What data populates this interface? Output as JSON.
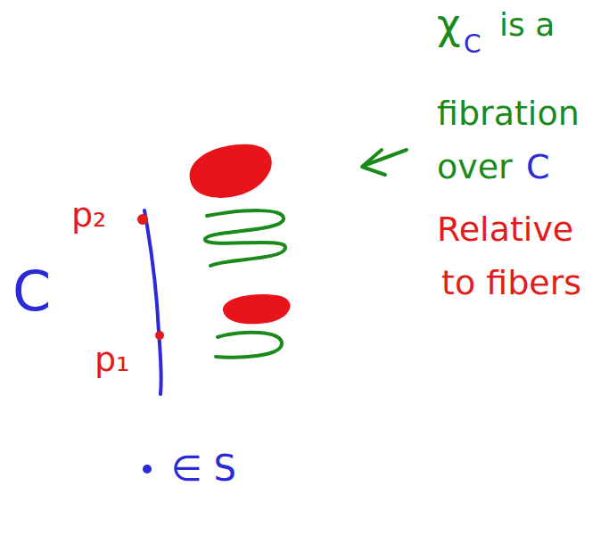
{
  "diagram": {
    "labels": [
      "χ",
      "C",
      "is a",
      "fibration",
      "over",
      "C",
      "Relative",
      "to fibers",
      "C",
      "p₂",
      "p₁",
      "∈ S"
    ]
  }
}
